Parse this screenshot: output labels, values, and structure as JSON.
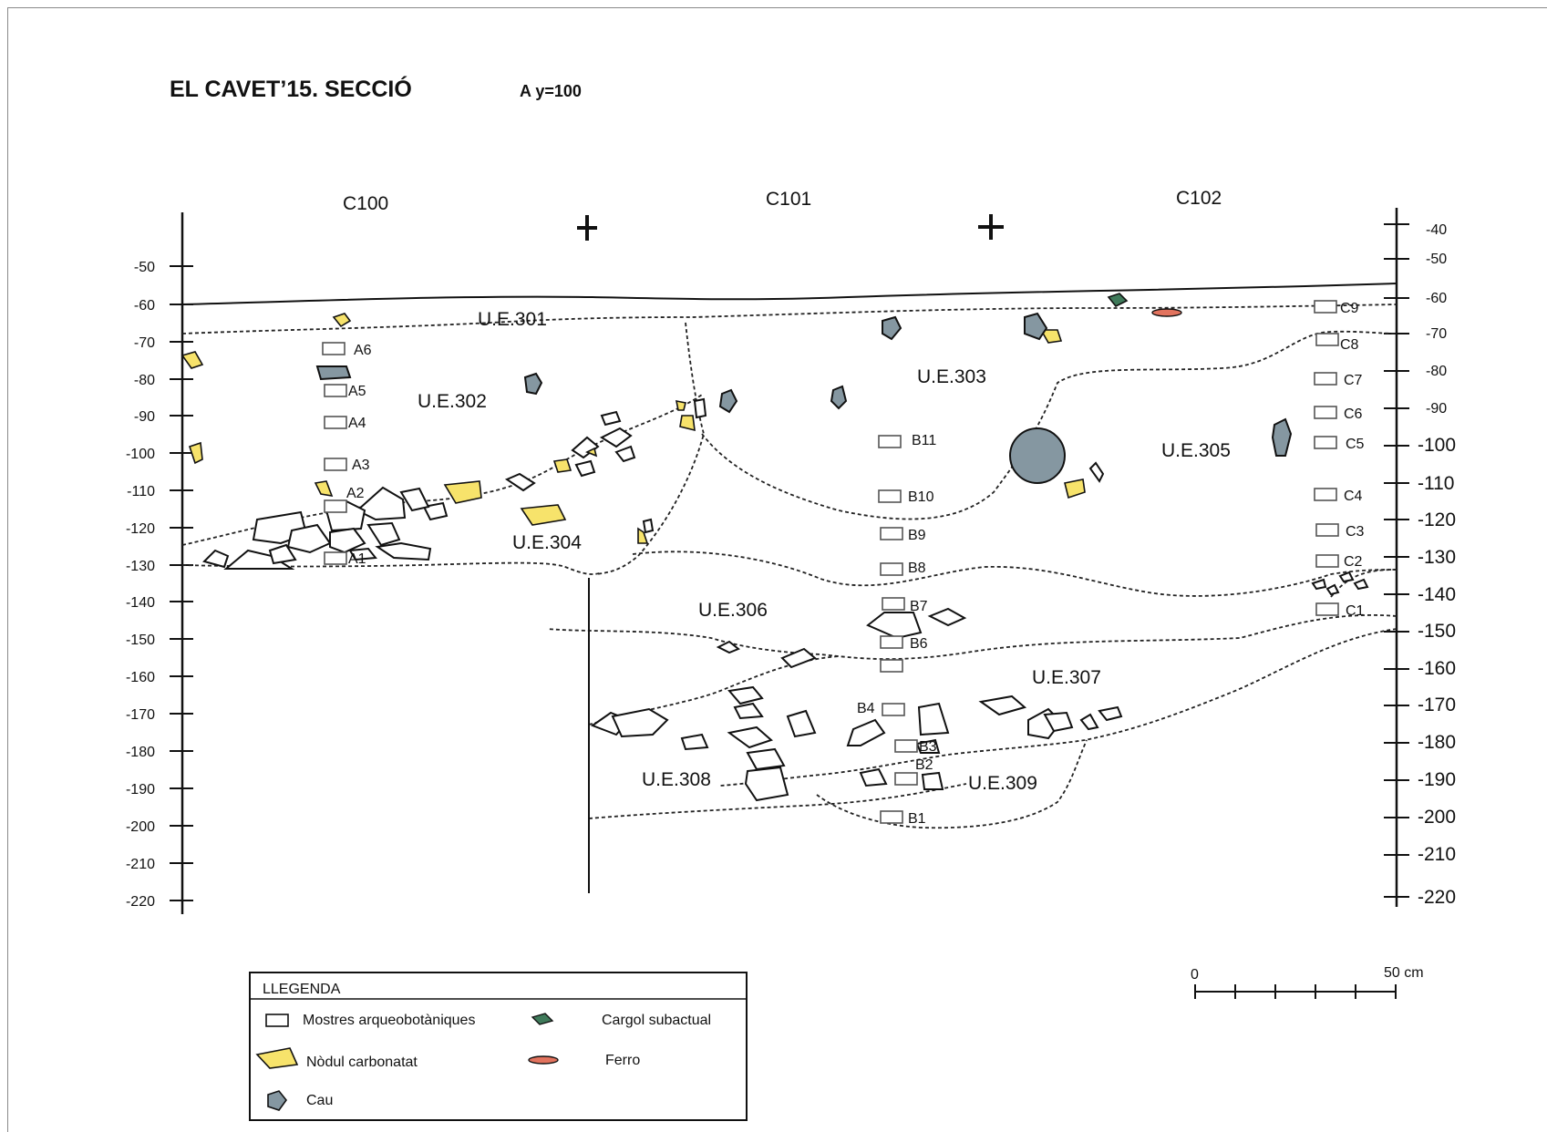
{
  "title": "EL CAVET’15. SECCIÓ",
  "subtitle": "A y=100",
  "columns": [
    "C100",
    "C101",
    "C102"
  ],
  "left_axis_ticks": [
    "-50",
    "-60",
    "-70",
    "-80",
    "-90",
    "-100",
    "-110",
    "-120",
    "-130",
    "-140",
    "-150",
    "-160",
    "-170",
    "-180",
    "-190",
    "-200",
    "-210",
    "-220"
  ],
  "right_axis_ticks": [
    "-40",
    "-50",
    "-60",
    "-70",
    "-80",
    "-90",
    "-100",
    "-110",
    "-120",
    "-130",
    "-140",
    "-150",
    "-160",
    "-170",
    "-180",
    "-190",
    "-200",
    "-210",
    "-220"
  ],
  "units": [
    "U.E.301",
    "U.E.302",
    "U.E.303",
    "U.E.304",
    "U.E.305",
    "U.E.306",
    "U.E.307",
    "U.E.308",
    "U.E.309"
  ],
  "samples": {
    "A": [
      "A6",
      "A5",
      "A4",
      "A3",
      "A2",
      "A1"
    ],
    "B": [
      "B11",
      "B10",
      "B9",
      "B8",
      "B7",
      "B6",
      "B4",
      "B3",
      "B2",
      "B1"
    ],
    "C": [
      "C9",
      "C8",
      "C7",
      "C6",
      "C5",
      "C4",
      "C3",
      "C2",
      "C1"
    ]
  },
  "legend": {
    "title": "LLEGENDA",
    "items": [
      {
        "label": "Mostres arqueobotàniques",
        "icon": "sample-box-icon"
      },
      {
        "label": "Nòdul carbonatat",
        "icon": "nodule-icon",
        "color": "#f7e36b"
      },
      {
        "label": "Cau",
        "icon": "burrow-icon",
        "color": "#8597a1"
      },
      {
        "label": "Cargol subactual",
        "icon": "snail-icon",
        "color": "#3f7a5a"
      },
      {
        "label": "Ferro",
        "icon": "iron-icon",
        "color": "#e2735e"
      }
    ]
  },
  "scale_bar": {
    "start": "0",
    "end": "50 cm"
  }
}
